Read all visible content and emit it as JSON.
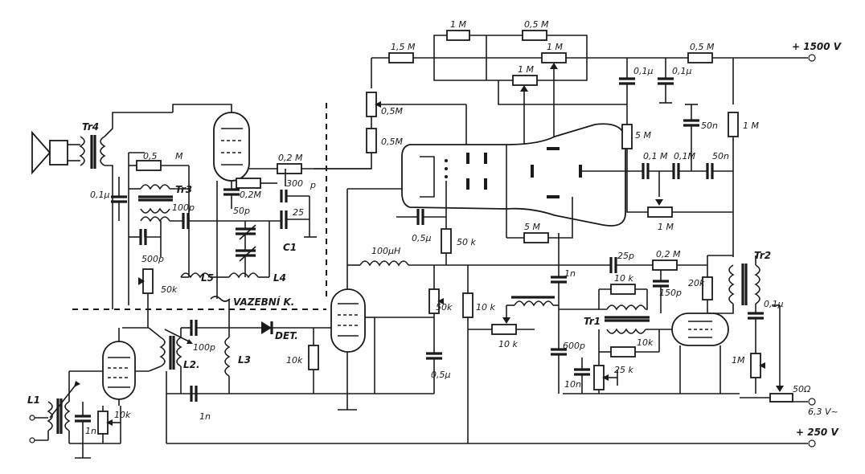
{
  "diagram": {
    "labels": {
      "supply_hv": "+ 1500 V",
      "supply_250": "+ 250 V",
      "heater": "6,3 V~",
      "r_1_5M": "1,5 M",
      "r_1M_top": "1 M",
      "r_0_5M_top": "0,5 M",
      "pot_1M_top": "1 M",
      "pot_1M_mid": "1 M",
      "r_0_5M_hv": "0,5 M",
      "c_0_1_a": "0,1μ",
      "c_0_1_b": "0,1μ",
      "r_1M_right": "1 M",
      "pot_0_5M": "0,5M",
      "r_0_5M_left": "0,5M",
      "r_5M_v": "5 M",
      "c_50n_a": "50n",
      "c_0_1M_a": "0,1 M",
      "c_0_1M_b": "0,1M",
      "c_50n_b": "50n",
      "pot_1M_low": "1 M",
      "r_5M_h": "5 M",
      "c_0_5u": "0,5μ",
      "r_50k_crt": "50 k",
      "ind_100uH": "100μH",
      "c_1n_mid": "1n",
      "c_25p": "25p",
      "r_0_2M_mid": "0,2 M",
      "c_150p": "150p",
      "r_20k": "20k",
      "tr2": "Tr2",
      "c_0_1u_tr2": "0,1μ",
      "r_10k_osc": "10 k",
      "tr1": "Tr1",
      "r_10k_osc2": "10k",
      "pot_50k_mid": "50k",
      "r_10k_mid": "10 k",
      "pot_10k_mid": "10 k",
      "c_600p": "600p",
      "c_10n": "10n",
      "pot_25k": "25 k",
      "pot_1M_r": "1M",
      "pot_50ohm": "50Ω",
      "c_0_5u_b": "0,5μ",
      "r_10k_det": "10k",
      "det": "DET.",
      "l3": "L3",
      "l2": "L2.",
      "c_100p_low": "100p",
      "c_1n_low": "1n",
      "l1": "L1",
      "c_1n_l1": "1n",
      "pot_10k_l1": "10k",
      "tr4": "Tr4",
      "r_0_5M_tr4": "0,5",
      "m_label": "M",
      "tr3": "Tr3",
      "c_0_1u_l": "0,1μ",
      "c_100p_l": "100p",
      "c_500p": "500p",
      "pot_50k_l": "50k",
      "l5": "L5",
      "l4": "L4",
      "vazebni": "VAZEBNÍ K.",
      "r_0_2M_a": "0,2 M",
      "c_300p": "300",
      "p_label": "p",
      "r_0_2M_b": "0,2M",
      "c_50p": "50p",
      "c_25": "25",
      "c1": "C1"
    }
  }
}
